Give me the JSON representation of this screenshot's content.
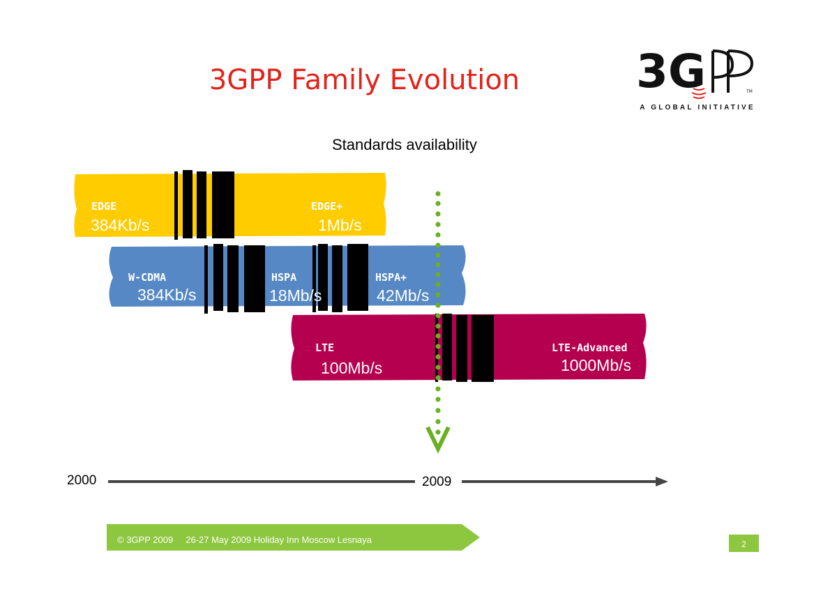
{
  "slide": {
    "title": "3GPP Family Evolution",
    "subtitle": "Standards availability",
    "page_number": "2"
  },
  "logo": {
    "wordmark": "3GPP",
    "tagline": "A GLOBAL INITIATIVE",
    "trademark": "TM"
  },
  "bands": [
    {
      "color": "#ffcc00",
      "labels": [
        {
          "name": "EDGE",
          "rate": "384Kb/s"
        },
        {
          "name": "EDGE+",
          "rate": "1Mb/s"
        }
      ]
    },
    {
      "color": "#5588c4",
      "labels": [
        {
          "name": "W-CDMA",
          "rate": "384Kb/s"
        },
        {
          "name": "HSPA",
          "rate": "18Mb/s"
        },
        {
          "name": "HSPA+",
          "rate": "42Mb/s"
        }
      ]
    },
    {
      "color": "#b5004f",
      "labels": [
        {
          "name": "LTE",
          "rate": "100Mb/s"
        },
        {
          "name": "LTE-Advanced",
          "rate": "1000Mb/s"
        }
      ]
    }
  ],
  "timeline": {
    "start": "2000",
    "marker": "2009"
  },
  "footer": {
    "text": "© 3GPP 2009     26-27 May 2009 Holiday Inn Moscow Lesnaya",
    "bar_color": "#8dc63f"
  },
  "colors": {
    "title": "#e2231a",
    "marker_arrow": "#6ab023"
  }
}
